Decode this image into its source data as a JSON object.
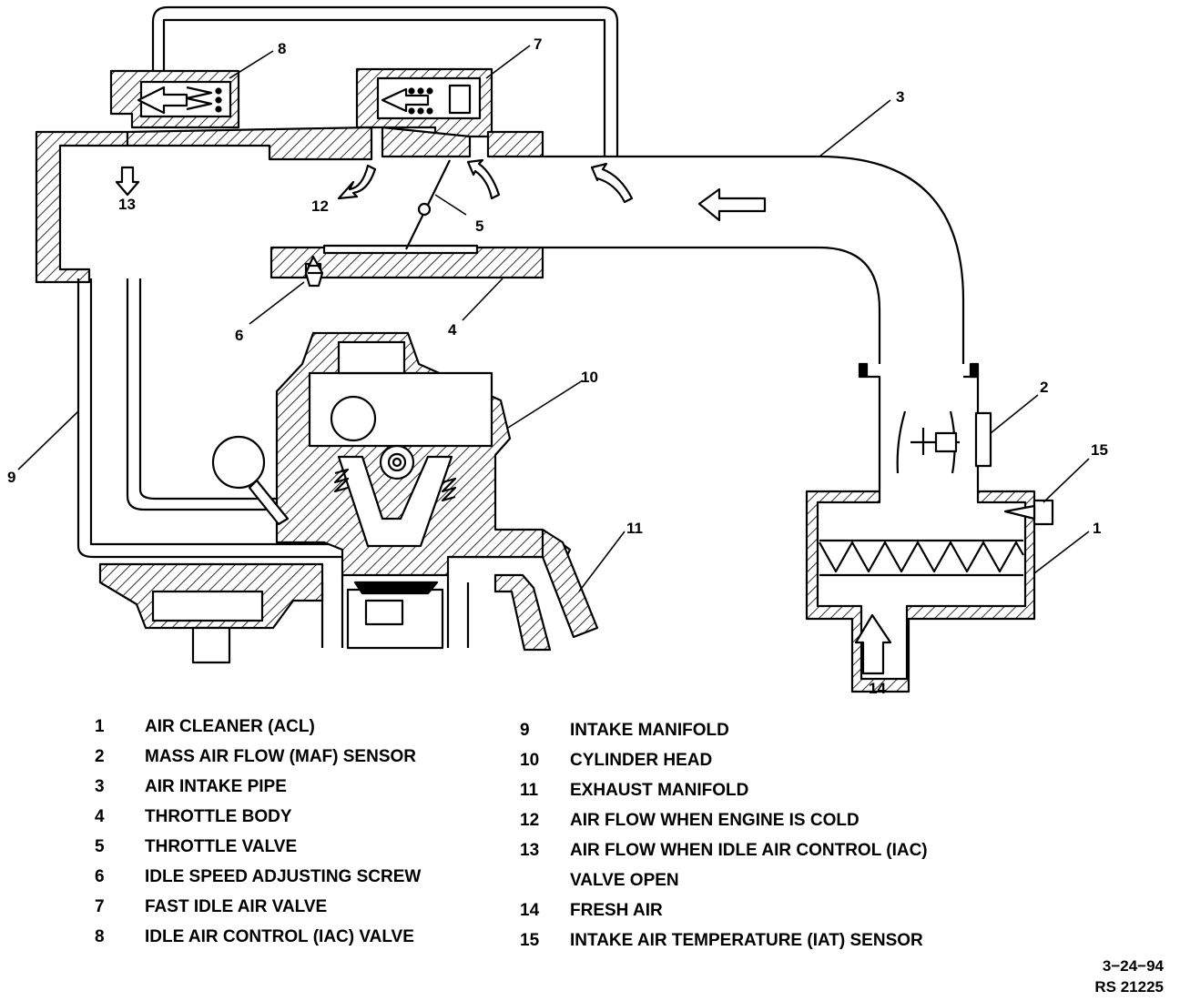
{
  "callouts": {
    "c1": "1",
    "c2": "2",
    "c3": "3",
    "c4": "4",
    "c5": "5",
    "c6": "6",
    "c7": "7",
    "c8": "8",
    "c9": "9",
    "c10": "10",
    "c11": "11",
    "c12": "12",
    "c13": "13",
    "c14": "14",
    "c15": "15"
  },
  "legend_left": [
    {
      "num": "1",
      "text": "AIR CLEANER (ACL)"
    },
    {
      "num": "2",
      "text": "MASS AIR FLOW (MAF) SENSOR"
    },
    {
      "num": "3",
      "text": "AIR INTAKE PIPE"
    },
    {
      "num": "4",
      "text": "THROTTLE BODY"
    },
    {
      "num": "5",
      "text": "THROTTLE VALVE"
    },
    {
      "num": "6",
      "text": "IDLE SPEED ADJUSTING SCREW"
    },
    {
      "num": "7",
      "text": "FAST IDLE AIR VALVE"
    },
    {
      "num": "8",
      "text": "IDLE AIR CONTROL (IAC) VALVE"
    }
  ],
  "legend_right": [
    {
      "num": "9",
      "text": "INTAKE MANIFOLD"
    },
    {
      "num": "10",
      "text": "CYLINDER HEAD"
    },
    {
      "num": "11",
      "text": "EXHAUST MANIFOLD"
    },
    {
      "num": "12",
      "text": "AIR FLOW WHEN ENGINE IS COLD"
    },
    {
      "num": "13",
      "text": "AIR FLOW WHEN IDLE AIR CONTROL (IAC)"
    },
    {
      "num": "",
      "text": "VALVE OPEN"
    },
    {
      "num": "14",
      "text": "FRESH AIR"
    },
    {
      "num": "15",
      "text": "INTAKE AIR TEMPERATURE (IAT) SENSOR"
    }
  ],
  "stamp": {
    "date": "3−24−94",
    "ref": "RS 21225"
  }
}
